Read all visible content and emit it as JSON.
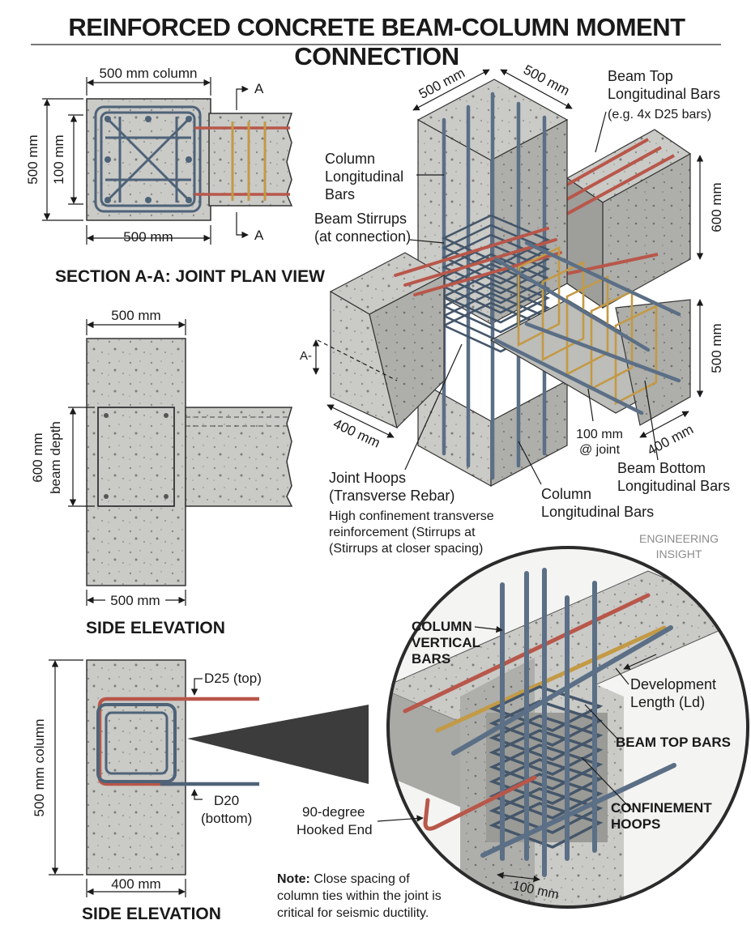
{
  "title": "REINFORCED CONCRETE BEAM-COLUMN MOMENT CONNECTION",
  "plan": {
    "dim_top": "500 mm column",
    "dim_bottom": "500 mm",
    "dim_left": "500 mm",
    "dim_inner": "100 mm",
    "cut_a_top": "A",
    "cut_a_bottom": "A",
    "caption": "SECTION A-A: JOINT PLAN VIEW"
  },
  "elev1": {
    "dim_top": "500 mm",
    "dim_left_1": "600 mm",
    "dim_left_2": "beam depth",
    "dim_bottom": "500 mm",
    "caption": "SIDE ELEVATION"
  },
  "elev2": {
    "dim_left": "500 mm column",
    "top_bar": "D25 (top)",
    "bottom_bar_1": "D20",
    "bottom_bar_2": "(bottom)",
    "dim_bottom": "400 mm",
    "caption": "SIDE ELEVATION"
  },
  "iso": {
    "dim_top_left": "500 mm",
    "dim_top_right": "500 mm",
    "dim_right_upper": "600 mm",
    "dim_right_lower": "500 mm",
    "dim_bottom_left": "400 mm",
    "dim_bottom_right": "400 mm",
    "dim_spacing_1": "100 mm",
    "dim_spacing_2": "@ joint",
    "section_mark": "A-",
    "beam_top_1": "Beam Top",
    "beam_top_2": "Longitudinal Bars",
    "beam_top_3": "(e.g. 4x D25 bars)",
    "col_long_1": "Column",
    "col_long_2": "Longitudinal",
    "col_long_3": "Bars",
    "stirrups_1": "Beam Stirrups",
    "stirrups_2": "(at connection)",
    "hoops_1": "Joint Hoops",
    "hoops_2": "(Transverse Rebar)",
    "hoops_3": "High confinement transverse",
    "hoops_4": "reinforcement (Stirrups at",
    "hoops_5": "(Stirrups at closer spacing)",
    "col_long_b_1": "Column",
    "col_long_b_2": "Longitudinal Bars",
    "beam_bot_1": "Beam Bottom",
    "beam_bot_2": "Longitudinal Bars",
    "watermark_1": "ENGINEERING",
    "watermark_2": "INSIGHT"
  },
  "detail": {
    "col_vert_1": "COLUMN",
    "col_vert_2": "VERTICAL",
    "col_vert_3": "BARS",
    "dev_1": "Development",
    "dev_2": "Length (Ld)",
    "beam_top": "BEAM TOP BARS",
    "conf_1": "CONFINEMENT",
    "conf_2": "HOOPS",
    "hook_1": "90-degree",
    "hook_2": "Hooked End",
    "dim_spacing": "100 mm"
  },
  "note": {
    "label": "Note:",
    "line_1": "Close spacing of",
    "line_2": "column ties within the joint is",
    "line_3": "critical for seismic ductility."
  },
  "colors": {
    "concrete": "#c9c9c6",
    "concrete_dark": "#a9a9a5",
    "steel": "#5b6f86",
    "steel_red": "#b8574a",
    "steel_gold": "#c39a45",
    "ink": "#1a1a1a"
  }
}
